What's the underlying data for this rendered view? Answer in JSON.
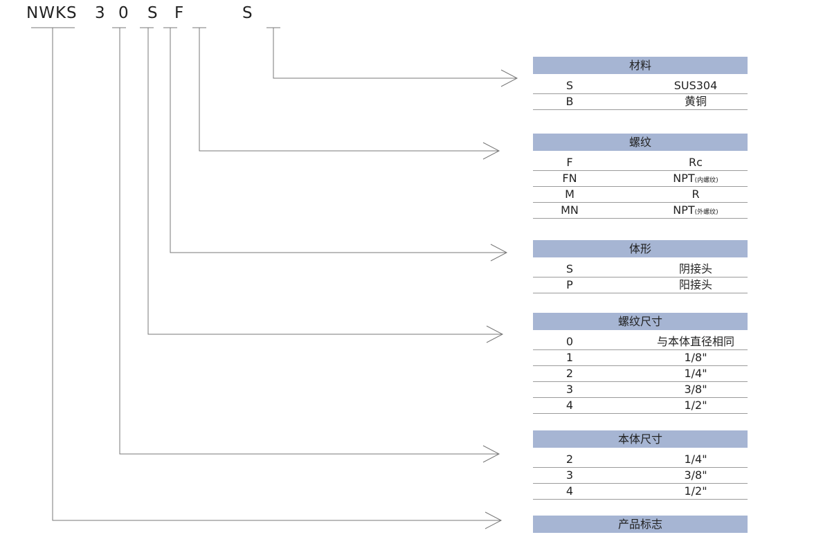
{
  "code": [
    "NWKS",
    "3",
    "0",
    "S",
    "F",
    "S"
  ],
  "tables": [
    {
      "title": "材料",
      "rows": [
        {
          "code": "S",
          "desc": "SUS304",
          "note": ""
        },
        {
          "code": "B",
          "desc": "黄铜",
          "note": ""
        }
      ]
    },
    {
      "title": "螺纹",
      "rows": [
        {
          "code": "F",
          "desc": "Rc",
          "note": ""
        },
        {
          "code": "FN",
          "desc": "NPT",
          "note": "(内螺纹)"
        },
        {
          "code": "M",
          "desc": "R",
          "note": ""
        },
        {
          "code": "MN",
          "desc": "NPT",
          "note": "(外螺纹)"
        }
      ]
    },
    {
      "title": "体形",
      "rows": [
        {
          "code": "S",
          "desc": "阴接头",
          "note": ""
        },
        {
          "code": "P",
          "desc": "阳接头",
          "note": ""
        }
      ]
    },
    {
      "title": "螺纹尺寸",
      "rows": [
        {
          "code": "0",
          "desc": "与本体直径相同",
          "note": ""
        },
        {
          "code": "1",
          "desc": "1/8\"",
          "note": ""
        },
        {
          "code": "2",
          "desc": "1/4\"",
          "note": ""
        },
        {
          "code": "3",
          "desc": "3/8\"",
          "note": ""
        },
        {
          "code": "4",
          "desc": "1/2\"",
          "note": ""
        }
      ]
    },
    {
      "title": "本体尺寸",
      "rows": [
        {
          "code": "2",
          "desc": "1/4\"",
          "note": ""
        },
        {
          "code": "3",
          "desc": "3/8\"",
          "note": ""
        },
        {
          "code": "4",
          "desc": "1/2\"",
          "note": ""
        }
      ]
    },
    {
      "title": "产品标志",
      "rows": []
    }
  ],
  "colors": {
    "header_fill": "#a6b5d3",
    "line": "#777777",
    "text": "#222222"
  }
}
